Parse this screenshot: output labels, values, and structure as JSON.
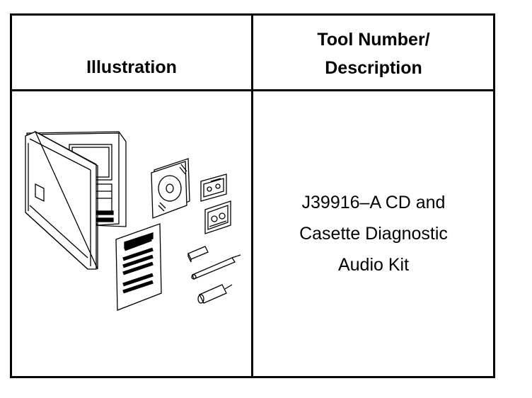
{
  "table": {
    "headers": {
      "illustration": "Illustration",
      "tool_line1": "Tool Number/",
      "tool_line2": "Description"
    },
    "rows": [
      {
        "illustration_icon": "cd-cassette-diagnostic-kit-illustration",
        "description_lines": [
          "J39916–A CD and",
          "Casette Diagnostic",
          "Audio Kit"
        ]
      }
    ]
  }
}
